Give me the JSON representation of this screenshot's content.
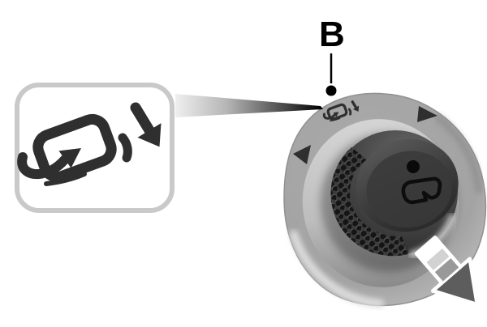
{
  "figure": {
    "label": "B",
    "description": "Control dial illustration with magnified symbol callout",
    "inset": {
      "icon": "fold-mirror-arrow-icon",
      "border_color": "#c9c9c9"
    },
    "dial": {
      "ring_icon": "fold-mirror-arrow-icon-small",
      "markers": [
        "triangle-marker-left",
        "triangle-marker-right"
      ],
      "knob_icon": "mirror-glass-icon",
      "knob_dot": "position-dot",
      "rotation_arrow": "striped-rotation-arrow"
    },
    "colors": {
      "background": "#ffffff",
      "bezel": "#a5a5a5",
      "bezel_highlight": "#d8d8d8",
      "inner_ring_light": "#d2d2d2",
      "inner_ring_dark": "#8a8a8a",
      "knob_dark": "#2f2f2f",
      "icon_ink": "#2f2f2f",
      "arrow_head": "#5c5c5c",
      "callout_dark": "#000000"
    }
  }
}
